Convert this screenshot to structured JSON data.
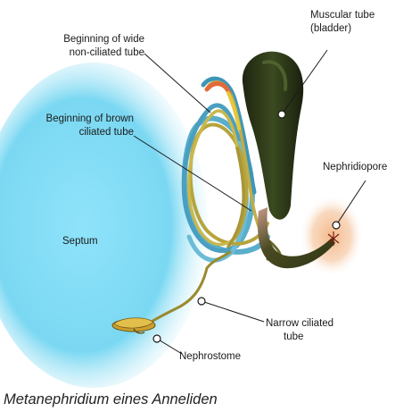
{
  "labels": {
    "muscular_tube": [
      "Muscular tube",
      "(bladder)"
    ],
    "wide_tube": [
      "Beginning of wide",
      "non-ciliated tube"
    ],
    "brown_tube": [
      "Beginning of brown",
      "ciliated tube"
    ],
    "nephridiopore": "Nephridiopore",
    "septum": "Septum",
    "narrow_tube": [
      "Narrow ciliated",
      "tube"
    ],
    "nephrostome": "Nephrostome"
  },
  "caption": "Metanephridium eines Anneliden",
  "colors": {
    "septum": "#7fdcf5",
    "bladder": "#2c3318",
    "ciliated_tube": "#b8a63a",
    "wide_tube": "#4fa9c7",
    "pore_glow": "#f6c9a4"
  }
}
